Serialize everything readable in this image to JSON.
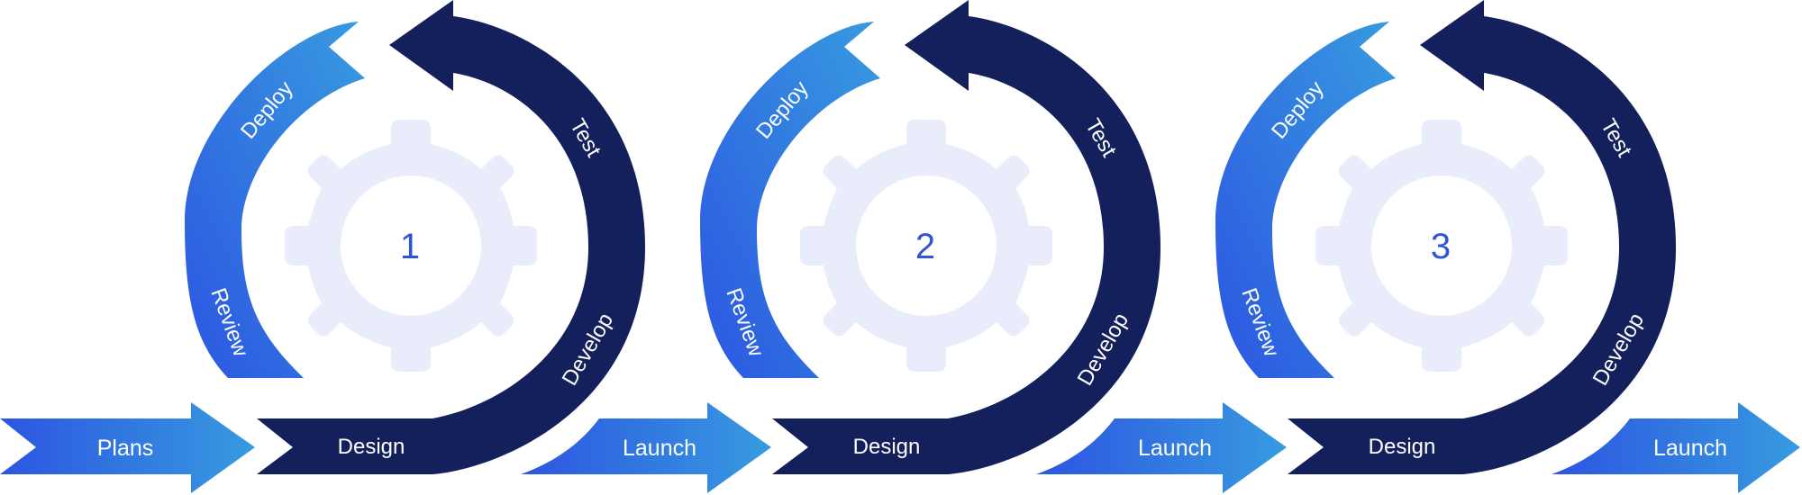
{
  "colors": {
    "navy": "#14205c",
    "blue_start": "#2c55e1",
    "blue_end": "#379be0",
    "gear": "#e9ecfa",
    "number": "#2f54d6"
  },
  "cycles": [
    {
      "number": "1",
      "labels": {
        "design": "Design",
        "develop": "Develop",
        "test": "Test",
        "deploy": "Deploy",
        "review": "Review"
      }
    },
    {
      "number": "2",
      "labels": {
        "design": "Design",
        "develop": "Develop",
        "test": "Test",
        "deploy": "Deploy",
        "review": "Review"
      }
    },
    {
      "number": "3",
      "labels": {
        "design": "Design",
        "develop": "Develop",
        "test": "Test",
        "deploy": "Deploy",
        "review": "Review"
      }
    }
  ],
  "start_arrow": {
    "label": "Plans"
  },
  "end_arrows": [
    {
      "label": "Launch"
    },
    {
      "label": "Launch"
    },
    {
      "label": "Launch"
    }
  ],
  "gear_icon": "gear-icon"
}
